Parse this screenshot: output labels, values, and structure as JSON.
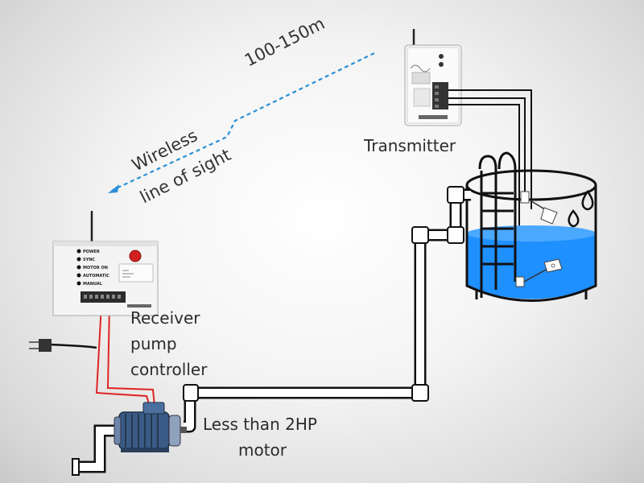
{
  "labels": {
    "distance": "100-150m",
    "wireless_line1": "Wireless",
    "wireless_line2": "line of sight",
    "transmitter": "Transmitter",
    "receiver_line1": "Receiver",
    "receiver_line2": "pump",
    "receiver_line3": "controller",
    "motor_line1": "Less than 2HP",
    "motor_line2": "motor"
  },
  "receiver_indicators": [
    "POWER",
    "SYNC",
    "MOTOR ON",
    "AUTOMATIC",
    "MANUAL"
  ],
  "colors": {
    "wireless_link": "#2a8fd6",
    "water": "#1e90ff",
    "power_wire": "#e02424",
    "pipe": "#111111",
    "motor_body": "#3a5b86"
  }
}
